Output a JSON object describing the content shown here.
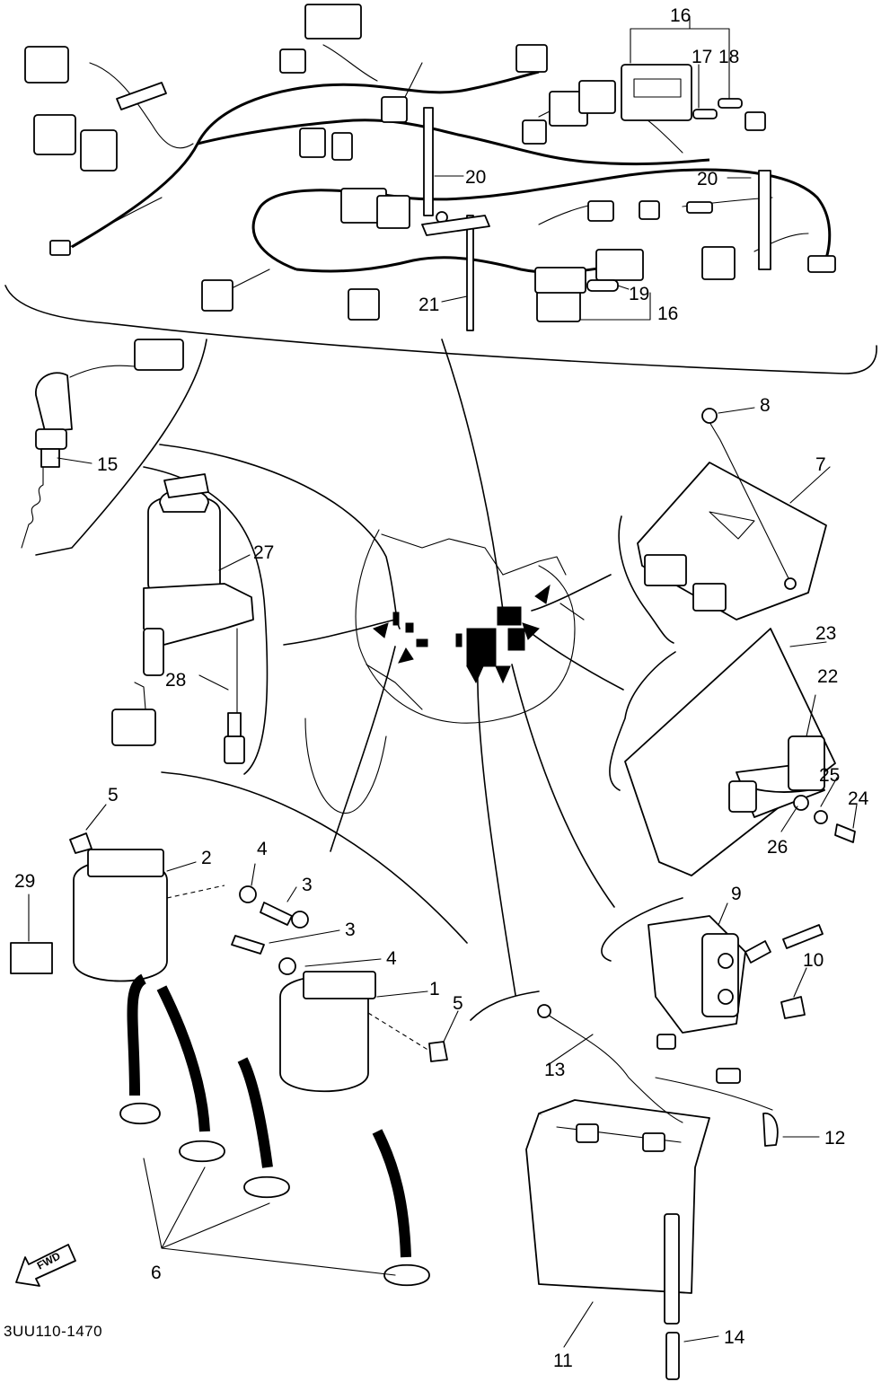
{
  "diagram": {
    "drawing_code": "3UU110-1470",
    "direction_label": "FWD",
    "callouts": {
      "n1": "1",
      "n2": "2",
      "n3a": "3",
      "n3b": "3",
      "n4a": "4",
      "n4b": "4",
      "n5a": "5",
      "n5b": "5",
      "n6": "6",
      "n7": "7",
      "n8": "8",
      "n9": "9",
      "n10": "10",
      "n11": "11",
      "n12": "12",
      "n13": "13",
      "n14": "14",
      "n15": "15",
      "n16a": "16",
      "n16b": "16",
      "n17": "17",
      "n18": "18",
      "n19": "19",
      "n20a": "20",
      "n20b": "20",
      "n21": "21",
      "n22": "22",
      "n23": "23",
      "n24": "24",
      "n25": "25",
      "n26": "26",
      "n27": "27",
      "n28": "28",
      "n29": "29"
    }
  }
}
